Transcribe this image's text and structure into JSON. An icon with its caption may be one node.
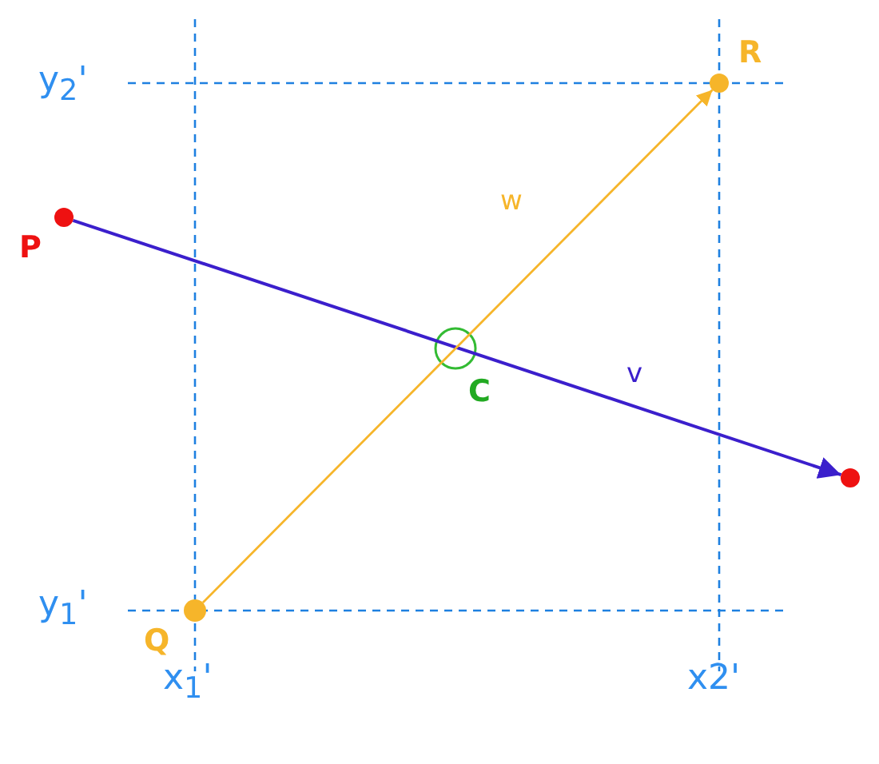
{
  "diagram": {
    "nodes": [
      {
        "text": [],
        "shape": "circle",
        "beside": [
          "P"
        ]
      },
      {
        "text": [],
        "shape": "circle"
      },
      {
        "text": [],
        "shape": "circle",
        "beside": [
          "Q"
        ]
      },
      {
        "text": [],
        "shape": "circle",
        "beside": [
          "R"
        ]
      }
    ],
    "edges": [
      {
        "from": 0,
        "to": 1,
        "arrow": "to",
        "label": "v",
        "color": "#3b1fcc"
      },
      {
        "from": 2,
        "to": 3,
        "arrow": "to",
        "label": "w",
        "color": "#f6b52a"
      }
    ],
    "labels": [
      "y$_{2}$'",
      "y$_{1}$'",
      "x$_{1}$'",
      "x2'",
      "C"
    ]
  }
}
